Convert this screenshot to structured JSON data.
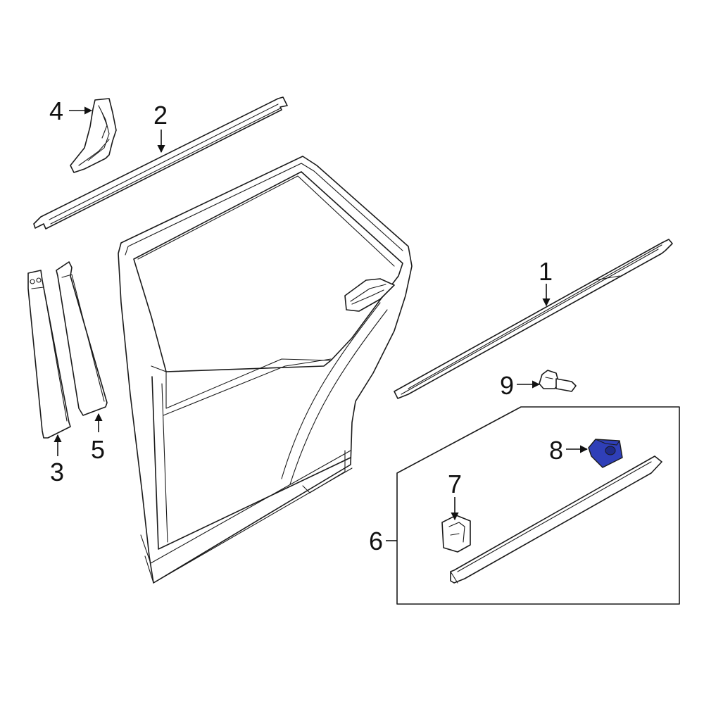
{
  "callouts": {
    "c1": "1",
    "c2": "2",
    "c3": "3",
    "c4": "4",
    "c5": "5",
    "c6": "6",
    "c7": "7",
    "c8": "8",
    "c9": "9"
  },
  "colors": {
    "line": "#1a1a1a",
    "highlight_part": "#2f3fb8",
    "background": "#ffffff"
  }
}
